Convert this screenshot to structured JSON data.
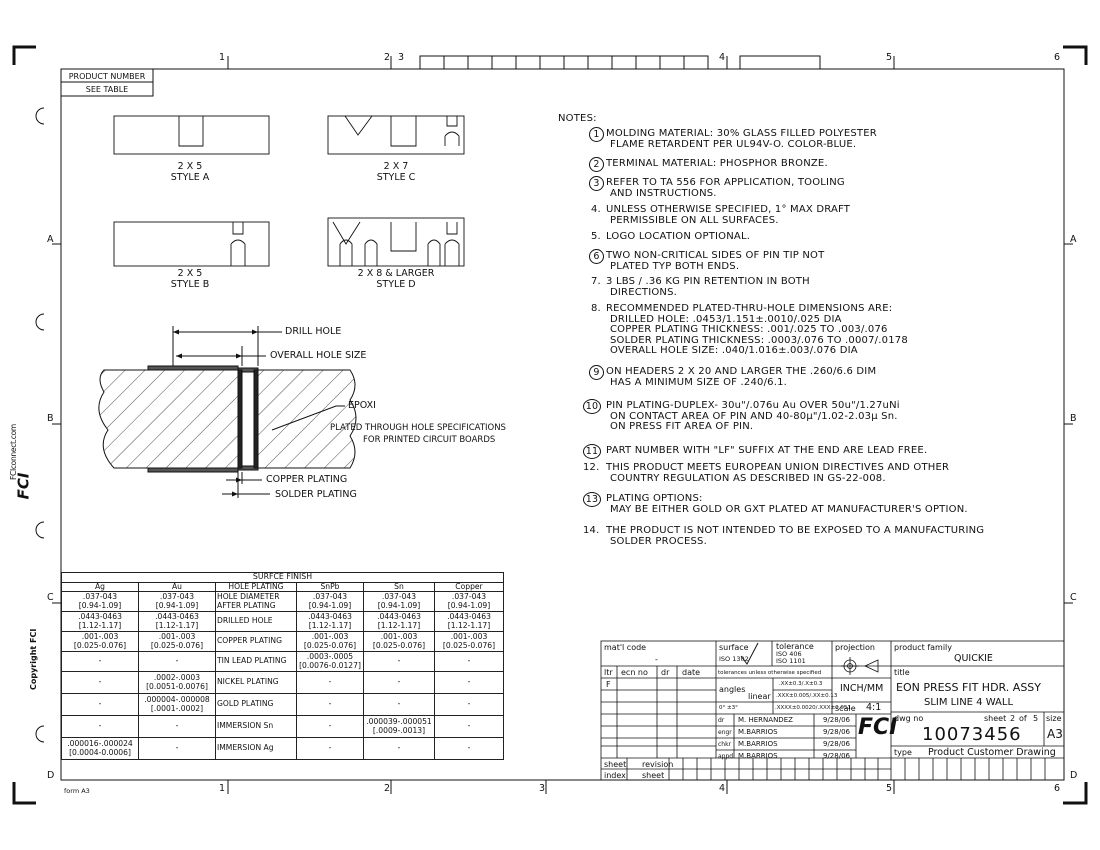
{
  "product_box": {
    "line1": "PRODUCT NUMBER",
    "line2": "SEE TABLE"
  },
  "zones": {
    "top": [
      "1",
      "2",
      "3",
      "4",
      "5",
      "6"
    ],
    "bottom": [
      "1",
      "2",
      "3",
      "4",
      "5",
      "6"
    ],
    "left": [
      "A",
      "B",
      "C",
      "D"
    ],
    "right": [
      "A",
      "B",
      "C",
      "D"
    ]
  },
  "styles": [
    {
      "size": "2 X 5",
      "name": "STYLE A"
    },
    {
      "size": "2 X 7",
      "name": "STYLE C"
    },
    {
      "size": "2 X 5",
      "name": "STYLE B"
    },
    {
      "size": "2 X 8 & LARGER",
      "name": "STYLE D"
    }
  ],
  "section_labels": {
    "drill_hole": "DRILL HOLE",
    "overall_hole": "OVERALL HOLE SIZE",
    "epoxi": "EPOXI",
    "plated_1": "PLATED THROUGH HOLE SPECIFICATIONS",
    "plated_2": "FOR PRINTED CIRCUIT BOARDS",
    "copper": "COPPER PLATING",
    "solder": "SOLDER PLATING"
  },
  "side_text": {
    "brand": "FCIconnect.com",
    "copyright": "Copyright FCI",
    "form": "form A3"
  },
  "notes_title": "NOTES:",
  "notes": [
    {
      "num": "1",
      "circled": true,
      "lines": [
        "MOLDING MATERIAL: 30% GLASS FILLED POLYESTER",
        "FLAME RETARDENT PER UL94V-O. COLOR-BLUE."
      ]
    },
    {
      "num": "2",
      "circled": true,
      "lines": [
        "TERMINAL MATERIAL: PHOSPHOR BRONZE."
      ]
    },
    {
      "num": "3",
      "circled": true,
      "lines": [
        "REFER TO TA 556 FOR APPLICATION, TOOLING",
        "AND INSTRUCTIONS."
      ]
    },
    {
      "num": "4.",
      "circled": false,
      "lines": [
        "UNLESS OTHERWISE SPECIFIED, 1°       MAX DRAFT",
        "PERMISSIBLE ON ALL SURFACES."
      ]
    },
    {
      "num": "5.",
      "circled": false,
      "lines": [
        "LOGO LOCATION OPTIONAL."
      ]
    },
    {
      "num": "6",
      "circled": true,
      "lines": [
        "TWO NON-CRITICAL SIDES OF PIN TIP NOT",
        "PLATED TYP BOTH ENDS."
      ]
    },
    {
      "num": "7.",
      "circled": false,
      "lines": [
        "3 LBS / .36 KG PIN RETENTION IN BOTH",
        "DIRECTIONS."
      ]
    },
    {
      "num": "8.",
      "circled": false,
      "lines": [
        "RECOMMENDED PLATED-THRU-HOLE DIMENSIONS ARE:",
        "DRILLED HOLE: .0453/1.151±.0010/.025 DIA",
        "COPPER PLATING THICKNESS: .001/.025 TO .003/.076",
        "SOLDER PLATING THICKNESS: .0003/.076 TO .0007/.0178",
        "OVERALL HOLE SIZE: .040/1.016±.003/.076 DIA"
      ]
    },
    {
      "num": "9",
      "circled": true,
      "lines": [
        "ON HEADERS 2 X 20 AND LARGER THE .260/6.6 DIM",
        "HAS A MINIMUM SIZE OF .240/6.1."
      ]
    },
    {
      "num": "10",
      "circled": true,
      "lines": [
        "PIN PLATING-DUPLEX- 30u\"/.076u Au OVER 50u\"/1.27uNi",
        "ON CONTACT  AREA OF PIN  AND 40-80µ\"/1.02-2.03µ Sn.",
        "ON PRESS FIT AREA OF PIN."
      ]
    },
    {
      "num": "11",
      "circled": true,
      "lines": [
        "PART NUMBER WITH \"LF\" SUFFIX AT THE END ARE LEAD FREE."
      ]
    },
    {
      "num": "12.",
      "circled": false,
      "lines": [
        "THIS PRODUCT MEETS EUROPEAN UNION DIRECTIVES AND OTHER",
        "COUNTRY REGULATION AS DESCRIBED IN GS-22-008."
      ]
    },
    {
      "num": "13",
      "circled": true,
      "lines": [
        "PLATING OPTIONS:",
        "MAY BE EITHER GOLD OR GXT PLATED AT MANUFACTURER'S OPTION."
      ]
    },
    {
      "num": "14.",
      "circled": false,
      "lines": [
        "THE PRODUCT IS NOT INTENDED TO BE EXPOSED TO A MANUFACTURING",
        "SOLDER PROCESS."
      ]
    }
  ],
  "surface_table": {
    "title": "SURFCE FINISH",
    "headers": [
      "Ag",
      "Au",
      "HOLE PLATING",
      "SnPb",
      "Sn",
      "Copper"
    ],
    "rows": [
      [
        ".037-043\n[0.94-1.09]",
        ".037-043\n[0.94-1.09]",
        "HOLE DIAMETER\nAFTER PLATING",
        ".037-043\n[0.94-1.09]",
        ".037-043\n[0.94-1.09]",
        ".037-043\n[0.94-1.09]"
      ],
      [
        ".0443-0463\n[1.12-1.17]",
        ".0443-0463\n[1.12-1.17]",
        "DRILLED HOLE",
        ".0443-0463\n[1.12-1.17]",
        ".0443-0463\n[1.12-1.17]",
        ".0443-0463\n[1.12-1.17]"
      ],
      [
        ".001-.003\n[0.025-0.076]",
        ".001-.003\n[0.025-0.076]",
        "COPPER PLATING",
        ".001-.003\n[0.025-0.076]",
        ".001-.003\n[0.025-0.076]",
        ".001-.003\n[0.025-0.076]"
      ],
      [
        "-",
        "-",
        "TIN LEAD PLATING",
        ".0003-.0005\n[0.0076-0.0127]",
        "-",
        "-"
      ],
      [
        "-",
        ".0002-.0003\n[0.0051-0.0076]",
        "NICKEL PLATING",
        "-",
        "-",
        "-"
      ],
      [
        "-",
        ".000004-.000008\n[.0001-.0002]",
        "GOLD PLATING",
        "-",
        "-",
        "-"
      ],
      [
        "-",
        "-",
        "IMMERSION Sn",
        "-",
        ".000039-.000051\n[.0009-.0013]",
        "-"
      ],
      [
        ".000016-.000024\n[0.0004-0.0006]",
        "-",
        "IMMERSION Ag",
        "-",
        "-",
        "-"
      ]
    ]
  },
  "title_block": {
    "matl_code_label": "mat'l code",
    "matl_code_value": "-",
    "surface_label": "surface",
    "surface_std": "ISO 1302",
    "tolerance_label": "tolerance",
    "tol_std_1": "ISO 406",
    "tol_std_2": "ISO 1101",
    "projection_label": "projection",
    "product_family_label": "product family",
    "product_family_value": "QUICKIE",
    "ltr": "ltr",
    "ecn_no": "ecn no",
    "dr": "dr",
    "date": "date",
    "ltr_value": "F",
    "tol_note": "tolerances unless otherwise specified",
    "angles_label": "angles",
    "angles_value": "0° ±3°",
    "linear_label": "linear",
    "tol_1": ".XX±0.3/.X±0.3",
    "tol_2": ".XXX±0.005/.XX±0.13",
    "tol_3": ".XXXX±0.0020/.XXX±0.051",
    "units": "INCH/MM",
    "scale_label": "scale",
    "scale_value": "4:1",
    "title_label": "title",
    "title_1": "EON PRESS FIT HDR. ASSY",
    "title_2": "SLIM LINE 4 WALL",
    "dwg_no_label": "dwg no",
    "sheet_label": "sheet",
    "sheet_value": "2",
    "of_label": "of",
    "of_value": "5",
    "size_label": "size",
    "size_value": "A3",
    "dwg_no": "10073456",
    "type_label": "type",
    "type_value": "Product Customer Drawing",
    "signatures": [
      {
        "role": "dr",
        "name": "M. HERNANDEZ",
        "date": "9/28/06"
      },
      {
        "role": "engr",
        "name": "M.BARRIOS",
        "date": "9/28/06"
      },
      {
        "role": "chkr",
        "name": "M.BARRIOS",
        "date": "9/28/06"
      },
      {
        "role": "appd",
        "name": "M.BARRIOS",
        "date": "9/28/06"
      }
    ],
    "sheet_row": "sheet",
    "revision_row": "revision",
    "index_row": "index",
    "sheet_row2": "sheet",
    "logo": "FCI"
  }
}
